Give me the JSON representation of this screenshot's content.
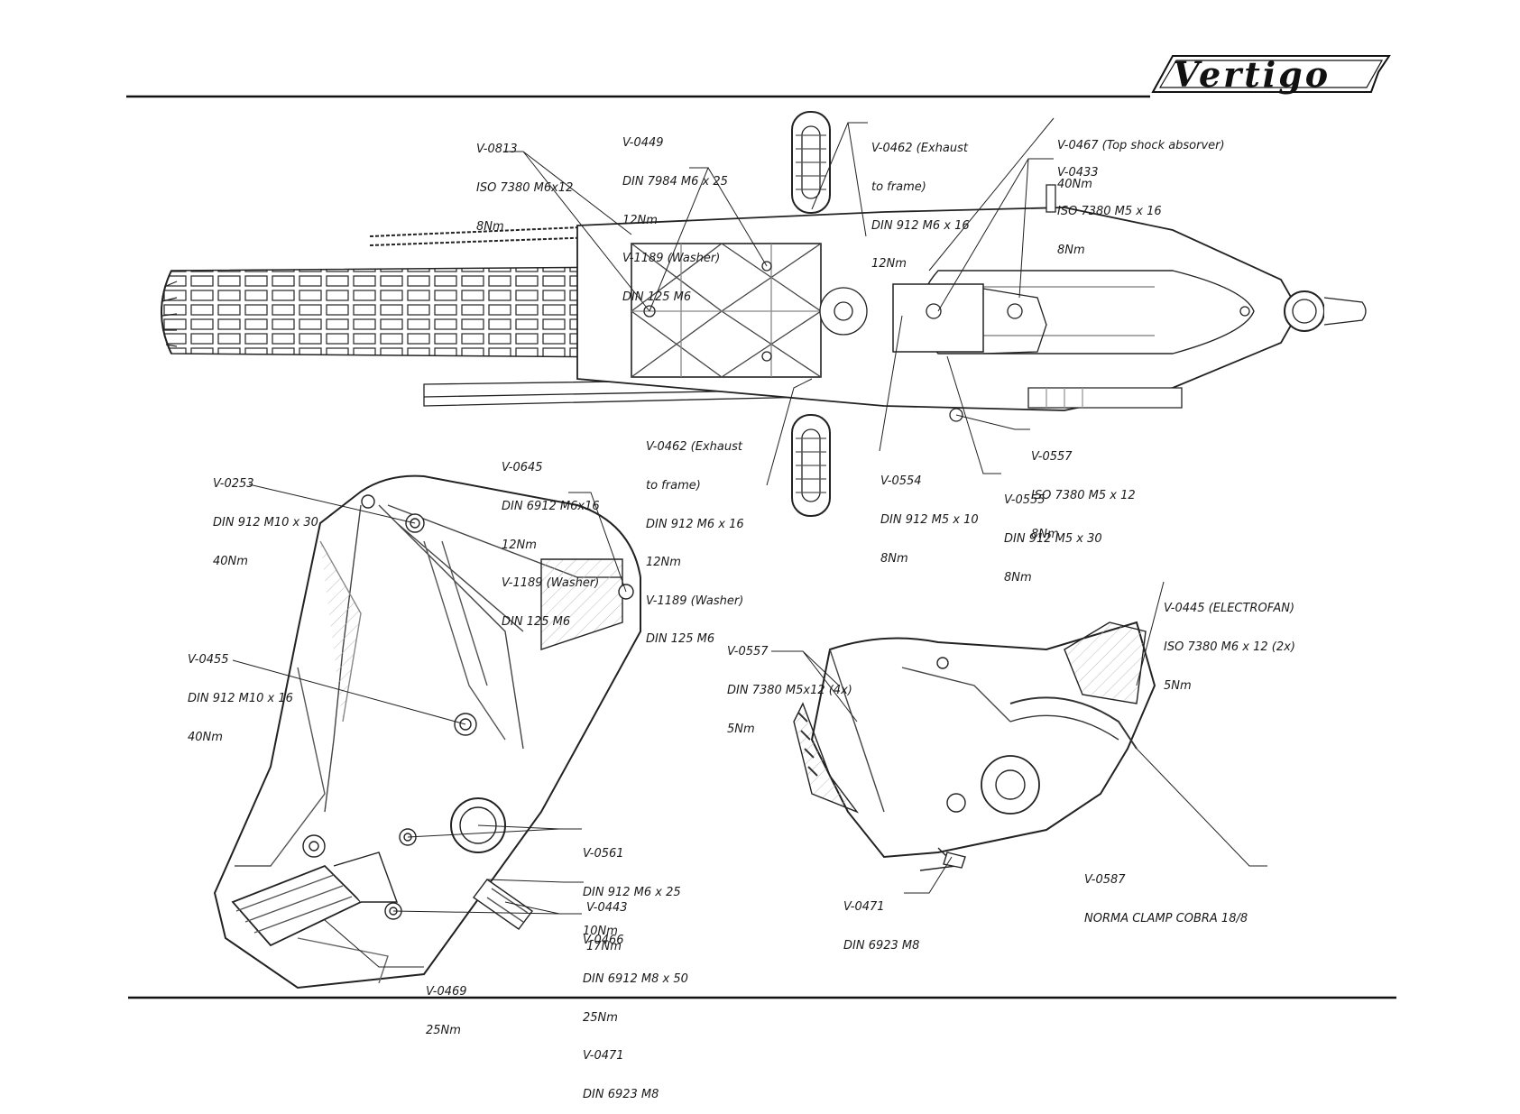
{
  "brand": {
    "logo_text": "Vertigo"
  },
  "callouts": {
    "v0813": [
      "V-0813",
      "ISO 7380 M6x12",
      "8Nm"
    ],
    "v0449": [
      "V-0449",
      "DIN 7984 M6 x 25",
      "12Nm",
      "V-1189 (Washer)",
      "DIN 125 M6"
    ],
    "v0462_top": [
      "V-0462 (Exhaust",
      "to frame)",
      "DIN 912 M6 x 16",
      "12Nm"
    ],
    "v0467": [
      "V-0467 (Top shock absorver)",
      "40Nm"
    ],
    "v0433": [
      "V-0433",
      "ISO 7380 M5 x 16",
      "8Nm"
    ],
    "v0462_bottom": [
      "V-0462 (Exhaust",
      "to frame)",
      "DIN 912 M6 x 16",
      "12Nm",
      "V-1189 (Washer)",
      "DIN 125 M6"
    ],
    "v0645": [
      "V-0645",
      "DIN 6912 M6x16",
      "12Nm",
      "V-1189 (Washer)",
      "DIN 125 M6"
    ],
    "v0557_top": [
      "V-0557",
      "ISO 7380 M5 x 12",
      "8Nm"
    ],
    "v0554": [
      "V-0554",
      "DIN 912 M5 x 10",
      "8Nm"
    ],
    "v0555": [
      "V-0555",
      "DIN 912 M5 x 30",
      "8Nm"
    ],
    "v0253": [
      "V-0253",
      "DIN 912 M10 x 30",
      "40Nm"
    ],
    "v0455": [
      "V-0455",
      "DIN 912 M10 x 16",
      "40Nm"
    ],
    "v0561": [
      "V-0561",
      "DIN 912 M6 x 25",
      "10Nm"
    ],
    "v0443": [
      "V-0443",
      "17Nm"
    ],
    "v0466": [
      "V-0466",
      "DIN 6912 M8 x 50",
      "25Nm",
      "V-0471",
      "DIN 6923 M8"
    ],
    "v0469": [
      "V-0469",
      "25Nm"
    ],
    "v0445": [
      "V-0445 (ELECTROFAN)",
      "ISO 7380 M6 x 12 (2x)",
      "5Nm"
    ],
    "v0557_right": [
      "V-0557",
      "DIN 7380 M5x12 (4x)",
      "5Nm"
    ],
    "v0471": [
      "V-0471",
      "DIN 6923 M8"
    ],
    "v0587": [
      "V-0587",
      "NORMA CLAMP COBRA 18/8"
    ]
  }
}
